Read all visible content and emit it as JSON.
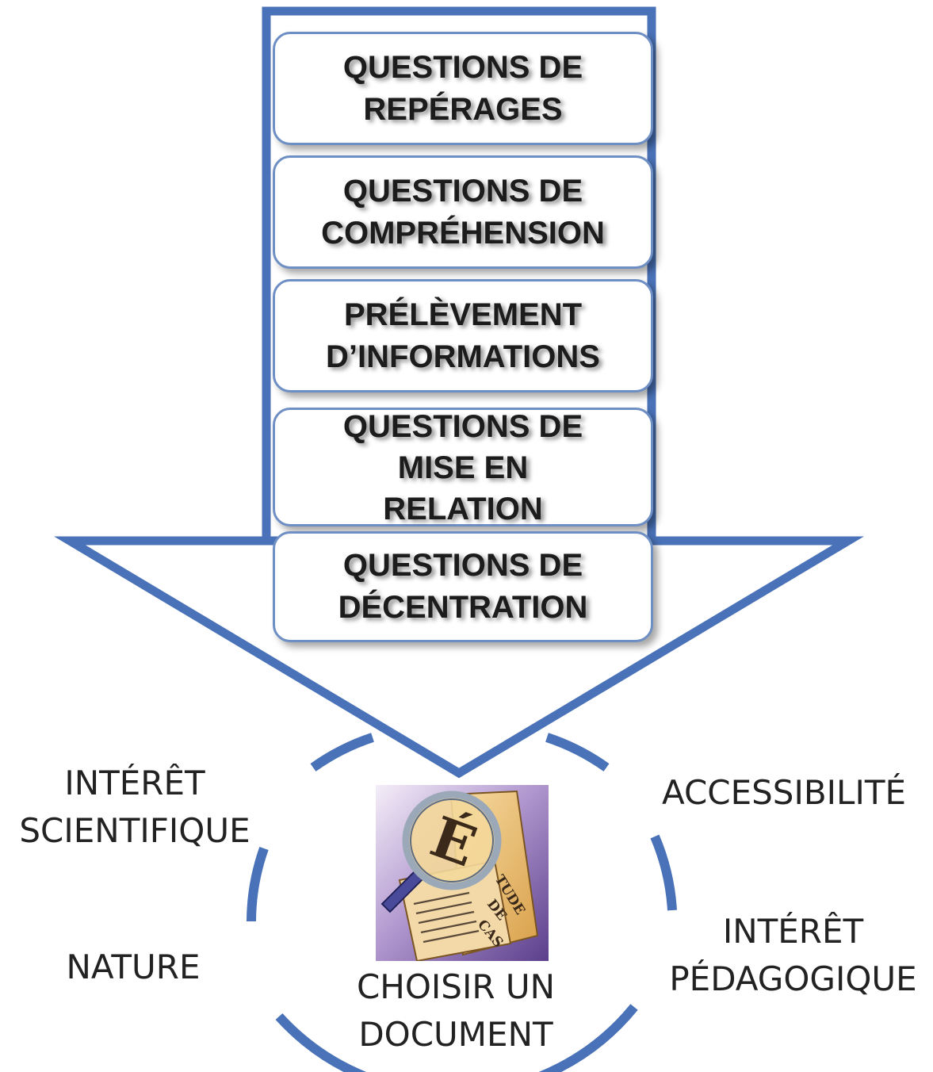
{
  "steps": [
    {
      "label": "QUESTIONS DE\nREPÉRAGES"
    },
    {
      "label": "QUESTIONS DE\nCOMPRÉHENSION"
    },
    {
      "label": "PRÉLÈVEMENT\nD’INFORMATIONS"
    },
    {
      "label": "QUESTIONS DE\nMISE EN\nRELATION"
    },
    {
      "label": "QUESTIONS DE\nDÉCENTRATION"
    }
  ],
  "criteria": {
    "interet_scientifique": "INTÉRÊT\nSCIENTIFIQUE",
    "nature": "NATURE",
    "accessibilite": "ACCESSIBILITÉ",
    "interet_pedagogique": "INTÉRÊT\nPÉDAGOGIQUE"
  },
  "center": {
    "label": "CHOISIR UN\nDOCUMENT",
    "icon_name": "case-study-magnifier-icon",
    "icon_letter": "É",
    "icon_text_lines": [
      "TUDE",
      "DE",
      "CAS"
    ]
  },
  "colors": {
    "arrow_outline": "#4a72b8",
    "box_border": "#6e8fc4",
    "text": "#1c1c1c"
  }
}
